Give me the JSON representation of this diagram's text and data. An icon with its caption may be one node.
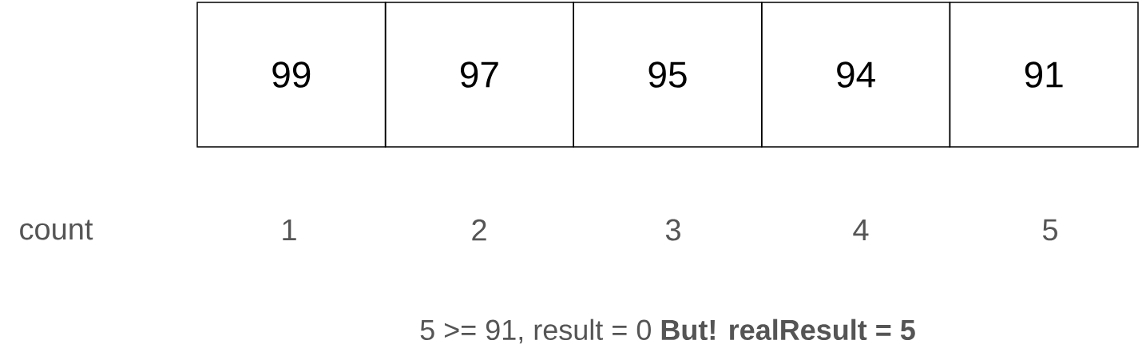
{
  "diagram": {
    "nodes": [
      {
        "text": [
          "99"
        ]
      },
      {
        "text": [
          "97"
        ]
      },
      {
        "text": [
          "95"
        ]
      },
      {
        "text": [
          "94"
        ]
      },
      {
        "text": [
          "91"
        ]
      }
    ],
    "labels": [
      "count",
      "1",
      "2",
      "3",
      "4",
      "5",
      "5 >= 91, result = 0 **But! realResult = 5**"
    ]
  }
}
